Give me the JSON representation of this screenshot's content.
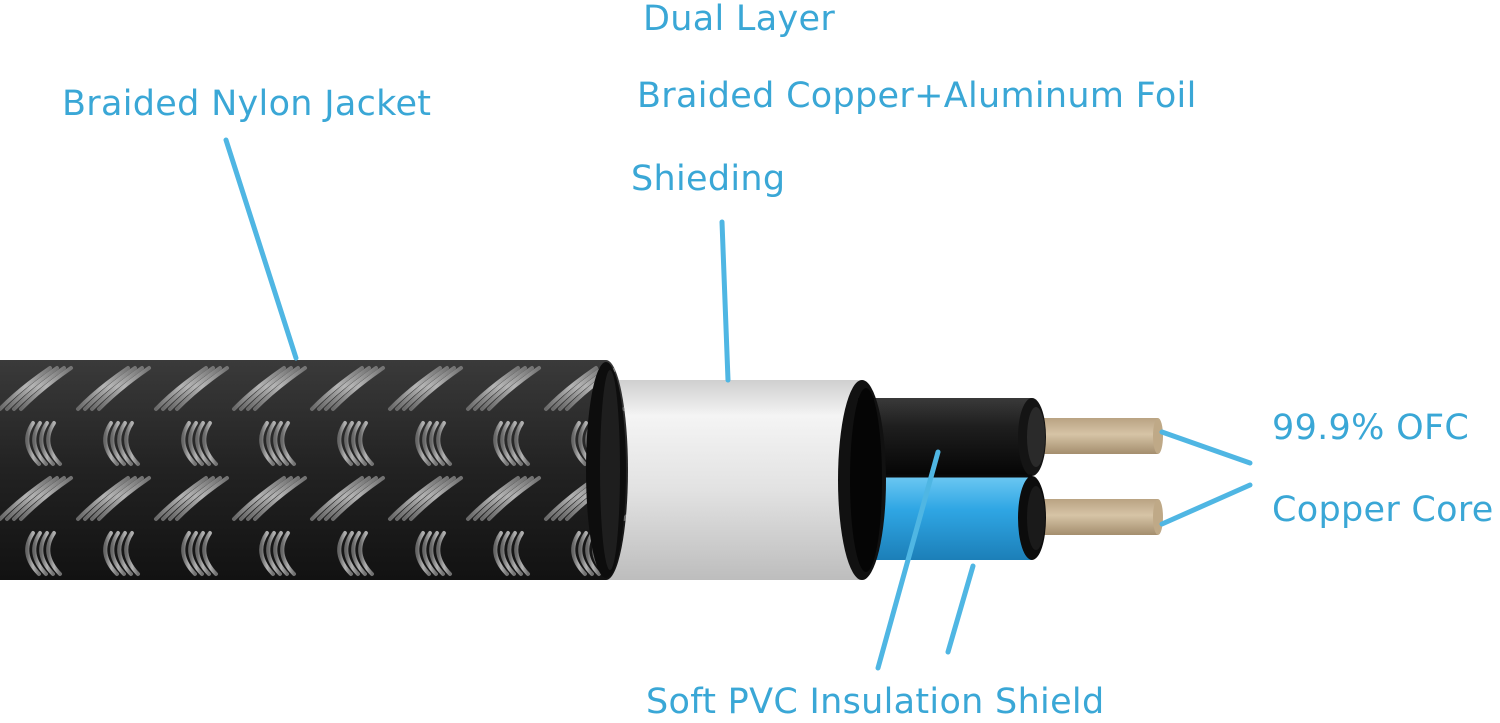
{
  "colors": {
    "label": "#3aa7d6",
    "leader": "#4fb6e3",
    "jacket_dark": "#2a2a2a",
    "jacket_strand": "#9a9a9a",
    "foil": "#e6e6e6",
    "insulation_black": "#1c1c1c",
    "insulation_blue": "#31a9e6",
    "copper": "#cbb89a"
  },
  "icons": {
    "jacket": "braided-nylon-jacket",
    "shield": "foil-shield-layer",
    "insulation": "pvc-insulated-wires",
    "core": "copper-core-strands"
  },
  "labels": {
    "dual_layer": "Dual Layer",
    "braided_copper": "Braided Copper+Aluminum Foil",
    "shieding": "Shieding",
    "braided_nylon": "Braided Nylon Jacket",
    "ofc": "99.9% OFC",
    "copper_core": "Copper Core",
    "soft_pvc": "Soft PVC Insulation Shield"
  }
}
